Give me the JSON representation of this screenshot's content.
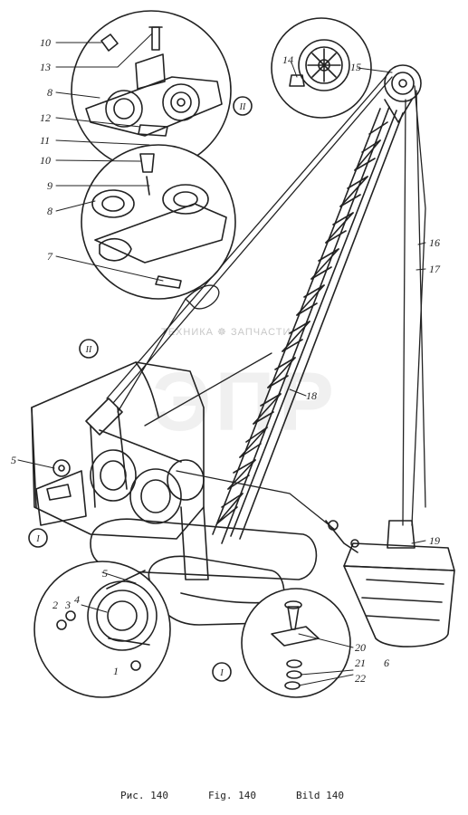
{
  "callouts": {
    "c10a": "10",
    "c13": "13",
    "c8a": "8",
    "c12": "12",
    "c11": "11",
    "c10b": "10",
    "c9": "9",
    "c8b": "8",
    "c7": "7",
    "c14": "14",
    "c15": "15",
    "c16": "16",
    "c17": "17",
    "c18": "18",
    "c5a": "5",
    "c19": "19",
    "c5b": "5",
    "c4": "4",
    "c2": "2",
    "c3": "3",
    "c1": "1",
    "c20": "20",
    "c21": "21",
    "c22": "22",
    "c6": "6",
    "romanII_a": "II",
    "romanII_b": "II",
    "romanI_a": "I",
    "romanI_b": "I"
  },
  "captions": {
    "ru": "Рис. 140",
    "en": "Fig. 140",
    "de": "Bild 140"
  },
  "watermark": {
    "small": "ТЕХНИКА ☸ ЗАПЧАСТИ",
    "big": "ЭПР"
  },
  "colors": {
    "ink": "#222222",
    "paper": "#ffffff",
    "watermark": "#c8c8c8"
  }
}
